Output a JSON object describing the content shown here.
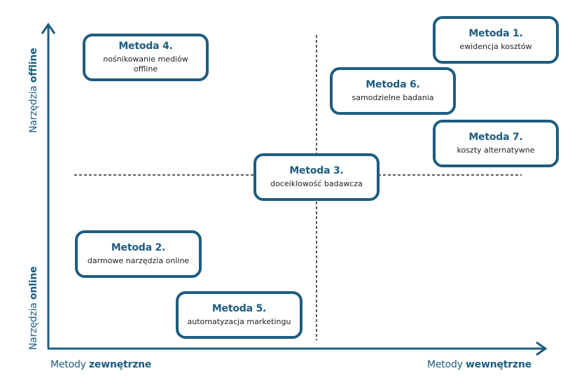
{
  "axes": {
    "x_left_prefix": "Metody ",
    "x_left_bold": "zewnętrzne",
    "x_right_prefix": "Metody ",
    "x_right_bold": "wewnętrzne",
    "y_top_prefix": "Narzędzia ",
    "y_top_bold": "offline",
    "y_bottom_prefix": "Narzędzia ",
    "y_bottom_bold": "online"
  },
  "colors": {
    "accent": "#1d5c80",
    "text": "#222222",
    "background": "#ffffff"
  },
  "boxes": [
    {
      "title": "Metoda 1.",
      "desc": "ewidencja kosztów"
    },
    {
      "title": "Metoda 2.",
      "desc": "darmowe narzędzia online"
    },
    {
      "title": "Metoda 3.",
      "desc": "doceiklowość badawcza"
    },
    {
      "title": "Metoda 4.",
      "desc": "nośnikowanie mediów offline"
    },
    {
      "title": "Metoda 5.",
      "desc": "automatyzacja marketingu"
    },
    {
      "title": "Metoda 6.",
      "desc": "samodzielne badania"
    },
    {
      "title": "Metoda 7.",
      "desc": "koszty alternatywne"
    }
  ]
}
